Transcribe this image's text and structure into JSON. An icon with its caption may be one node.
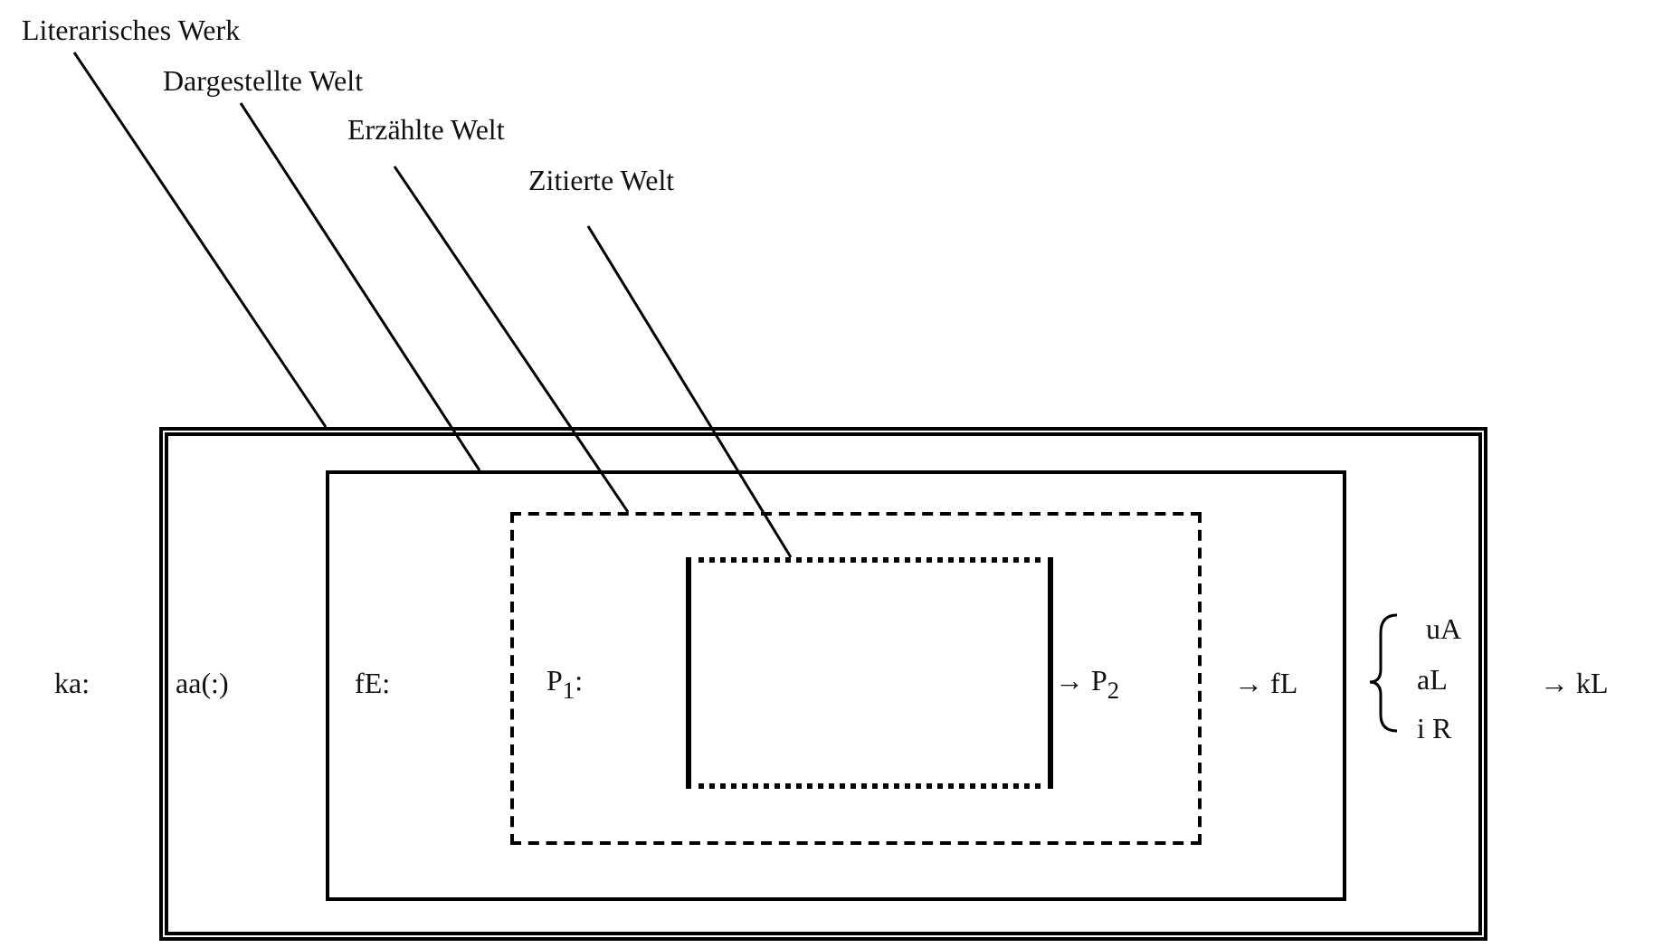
{
  "diagram": {
    "nodes": [
      {
        "text": [
          "Literarisches Werk"
        ]
      },
      {
        "text": [
          "Dargestellte Welt"
        ]
      },
      {
        "text": [
          "Erzählte Welt"
        ]
      },
      {
        "text": [
          "Zitierte Welt"
        ]
      },
      {
        "text": [],
        "shape": "box"
      },
      {
        "text": [],
        "shape": "box",
        "in": 4
      },
      {
        "text": [],
        "shape": "box",
        "in": 5
      },
      {
        "text": [],
        "shape": "box",
        "in": 6,
        "beside": [
          "→ P$_{2}$"
        ]
      }
    ],
    "edges": [
      {
        "from": 0,
        "to": 4,
        "arrow": "none"
      },
      {
        "from": 1,
        "to": 5,
        "arrow": "none"
      },
      {
        "from": 2,
        "to": 6,
        "arrow": "none"
      },
      {
        "from": 3,
        "to": 7,
        "arrow": "none"
      }
    ],
    "labels": [
      "ka:",
      "aa(:)",
      "fE:",
      "P$_{1}$:",
      "→ fL",
      "uA",
      "aL",
      "i R",
      "→ kL"
    ]
  }
}
